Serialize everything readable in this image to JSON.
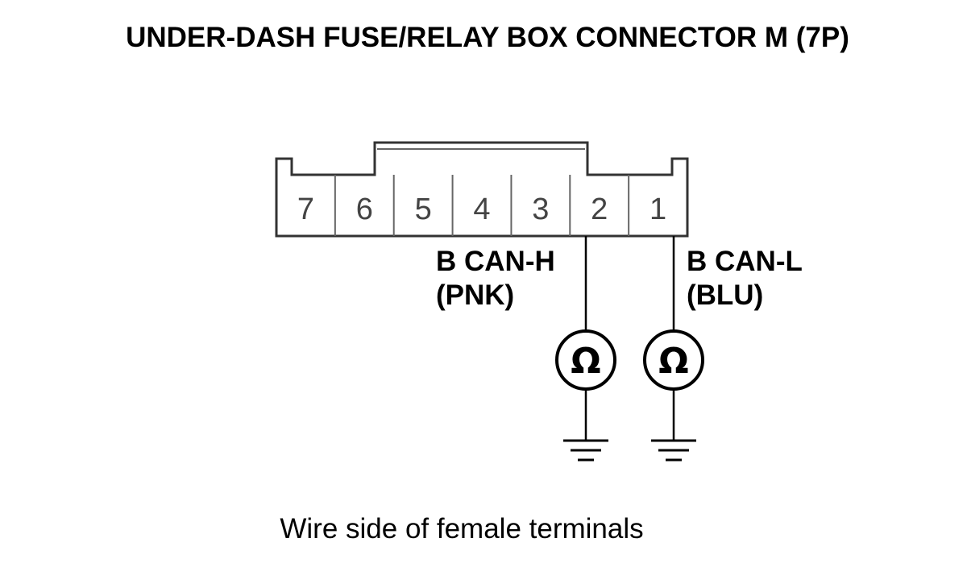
{
  "title": "UNDER-DASH FUSE/RELAY BOX CONNECTOR M (7P)",
  "caption": "Wire side of female terminals",
  "terminals": [
    "7",
    "6",
    "5",
    "4",
    "3",
    "2",
    "1"
  ],
  "probes": [
    {
      "terminal": "2",
      "signal": "B CAN-H",
      "wire_color": "(PNK)",
      "meter_symbol": "Ω"
    },
    {
      "terminal": "1",
      "signal": "B CAN-L",
      "wire_color": "(BLU)",
      "meter_symbol": "Ω"
    }
  ]
}
